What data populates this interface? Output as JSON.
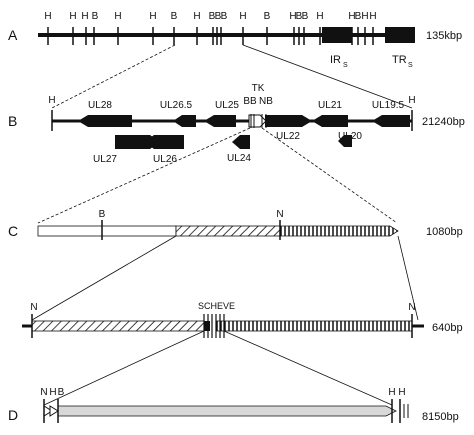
{
  "colors": {
    "line": "#111111",
    "arrow_fill": "#d8d8d8",
    "white": "#ffffff"
  },
  "panels": [
    {
      "id": "a",
      "label": "A",
      "size": "135kbp"
    },
    {
      "id": "b",
      "label": "B",
      "size": "21240bp"
    },
    {
      "id": "c",
      "label": "C",
      "size": "1080bp"
    },
    {
      "id": "c2",
      "label": "",
      "size": "640bp"
    },
    {
      "id": "d",
      "label": "D",
      "size": "8150bp"
    }
  ],
  "a_sites": [
    "H",
    "H",
    "H",
    "B",
    "H",
    "H",
    "B",
    "H",
    "B",
    "B",
    "B",
    "H",
    "B",
    "H",
    "B",
    "B",
    "H",
    "H",
    "B",
    "H",
    "H"
  ],
  "ir_labels": {
    "irs": "IR",
    "trs": "TR",
    "sub": "S"
  },
  "b_sites": [
    "H",
    "H"
  ],
  "b_genes": [
    "UL28",
    "UL26.5",
    "UL25",
    "UL21",
    "UL19.5",
    "UL27",
    "UL26",
    "UL22",
    "UL20",
    "UL24"
  ],
  "b_tk": {
    "tk": "TK",
    "bb": "BB",
    "nb": "NB"
  },
  "c_sites": [
    "B",
    "N"
  ],
  "c2_sites": [
    "N",
    "N"
  ],
  "c2_enzymes": "SCHEVE",
  "d_sites": [
    "N",
    "H",
    "B",
    "H",
    "H"
  ]
}
